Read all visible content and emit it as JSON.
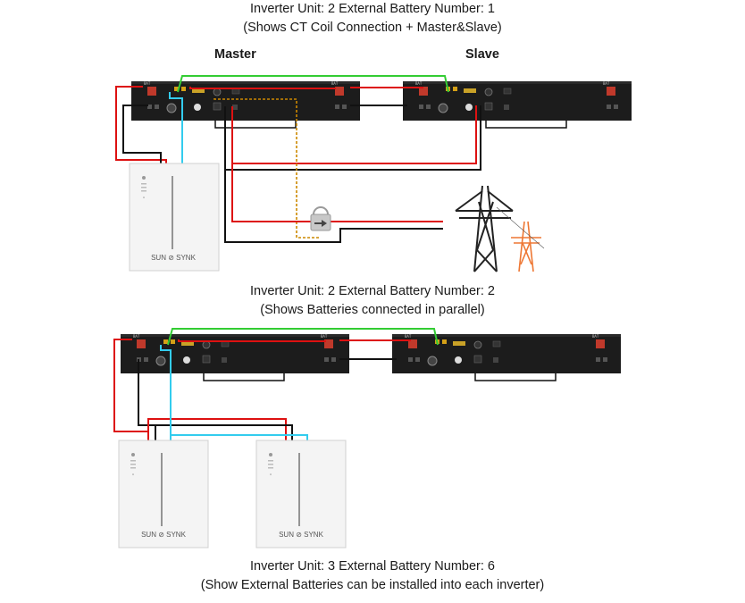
{
  "diagram1": {
    "caption_line1": "Inverter Unit: 2 External Battery Number: 1",
    "caption_line2": "(Shows CT Coil Connection + Master&Slave)",
    "master_label": "Master",
    "slave_label": "Slave"
  },
  "diagram2": {
    "caption_line1": "Inverter Unit: 2 External Battery Number: 2",
    "caption_line2": "(Shows Batteries connected in parallel)"
  },
  "diagram3": {
    "caption_line1": "Inverter Unit: 3 External Battery Number: 6",
    "caption_line2": "(Show External Batteries can be installed into each inverter)"
  },
  "battery_brand": "SUN SYNK",
  "colors": {
    "comm_cable": "#33cc33",
    "ct_cable": "#33ccee",
    "pos_cable": "#dd1111",
    "neg_cable": "#111111",
    "ct_dashed": "#cc8800",
    "pylon_black": "#222222",
    "pylon_orange": "#ee7733"
  }
}
